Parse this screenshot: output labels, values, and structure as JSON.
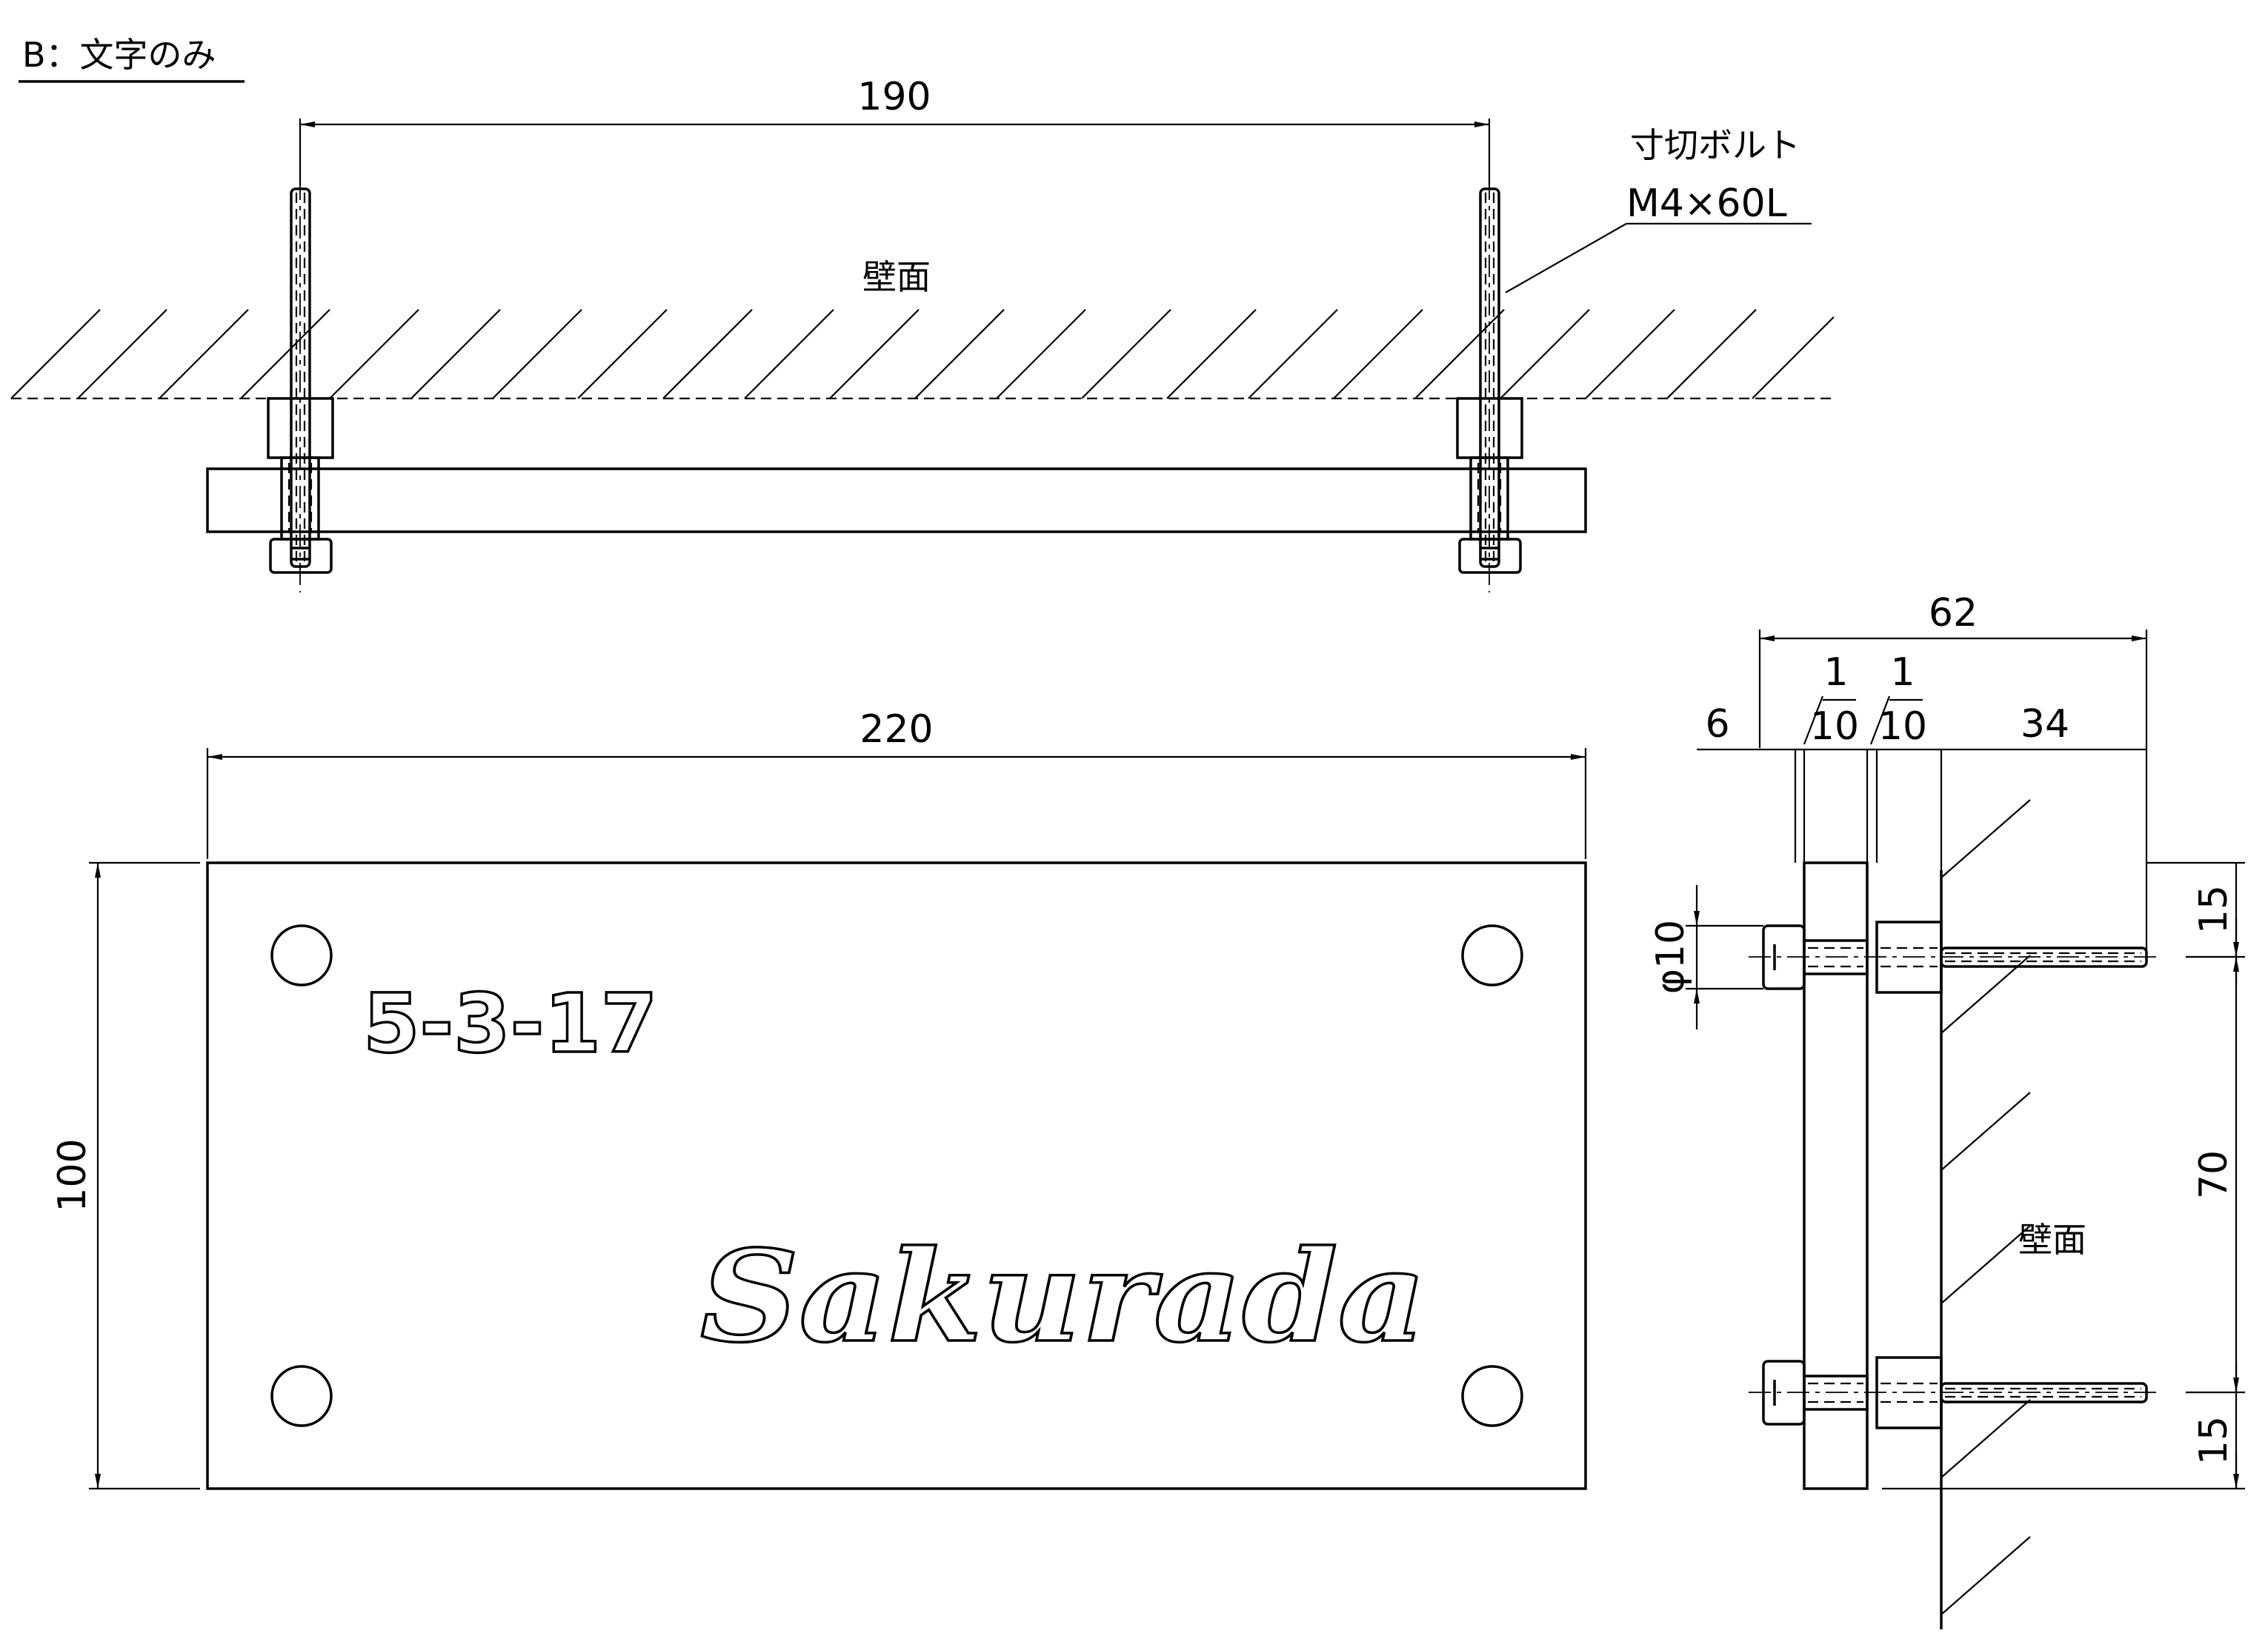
{
  "header": {
    "title": "B：文字のみ"
  },
  "top_view": {
    "dim_width": "190",
    "wall_label": "壁面",
    "bolt_label_line1": "寸切ボルト",
    "bolt_label_line2": "M4×60L"
  },
  "front_view": {
    "dim_width": "220",
    "dim_height": "100",
    "number_text": "5-3-17",
    "name_text": "Sakurada"
  },
  "side_view": {
    "dim_total": "62",
    "dim_6": "6",
    "dim_1a_num": "1",
    "dim_1a_den": "10",
    "dim_1b_num": "1",
    "dim_1b_den": "10",
    "dim_34": "34",
    "dim_top": "15",
    "dim_mid": "70",
    "dim_bottom": "15",
    "dim_dia": "φ10",
    "wall_label": "壁面"
  }
}
